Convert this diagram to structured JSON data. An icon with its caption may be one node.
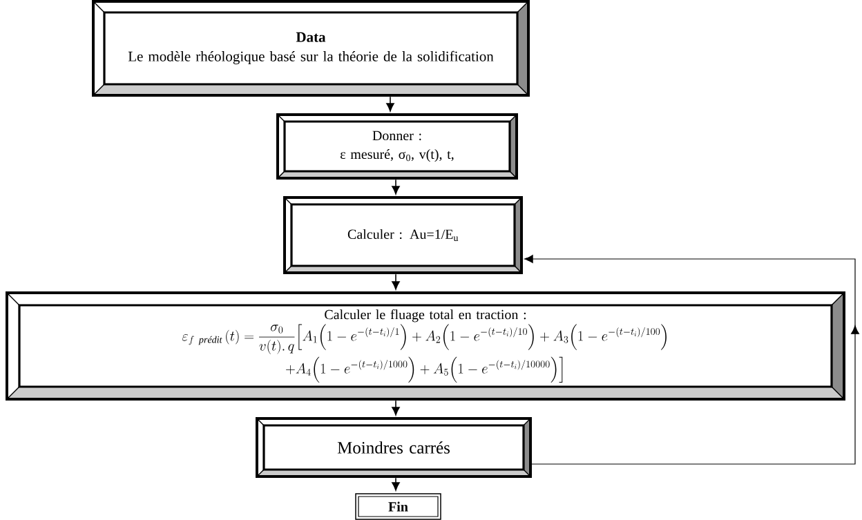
{
  "diagram": {
    "nodes": [
      {
        "text": [
          "Data",
          "Le modèle rhéologique basé sur la théorie de la solidification"
        ]
      },
      {
        "text": [
          "Donner :",
          "ε mesuré, σ$_{0}$, v(t), t,"
        ]
      },
      {
        "text": [
          "Calculer : Au=1/E$_{u}$"
        ]
      },
      {
        "text": [
          "Calculer le fluage total en traction :",
          "\\begin{gathered}\\varepsilon_{f\\ \\textit{prédit}}\\,(t)=\\dfrac{\\sigma_0}{v(t).\\,q}\\Big[A_1\\Big(1-e^{-(t-t_i)/1}\\Big)+A_2\\Big(1-e^{-(t-t_i)/10}\\Big)+A_3\\Big(1-e^{-(t-t_i)/100}\\Big)\\\\+A_4\\Big(1-e^{-(t-t_i)/1000}\\Big)+A_5\\Big(1-e^{-(t-t_i)/10000}\\Big)\\Big]\\end{gathered}"
        ]
      },
      {
        "text": [
          "Moindres carrés"
        ]
      },
      {
        "text": [
          "Fin"
        ]
      }
    ],
    "edges": [
      {
        "from": 0,
        "to": 1,
        "arrow": "to"
      },
      {
        "from": 1,
        "to": 2,
        "arrow": "to"
      },
      {
        "from": 2,
        "to": 3,
        "arrow": "to"
      },
      {
        "from": 3,
        "to": 4,
        "arrow": "to"
      },
      {
        "from": 4,
        "to": 5,
        "arrow": "to"
      },
      {
        "from": 4,
        "to": 2,
        "arrow": "to"
      }
    ]
  }
}
